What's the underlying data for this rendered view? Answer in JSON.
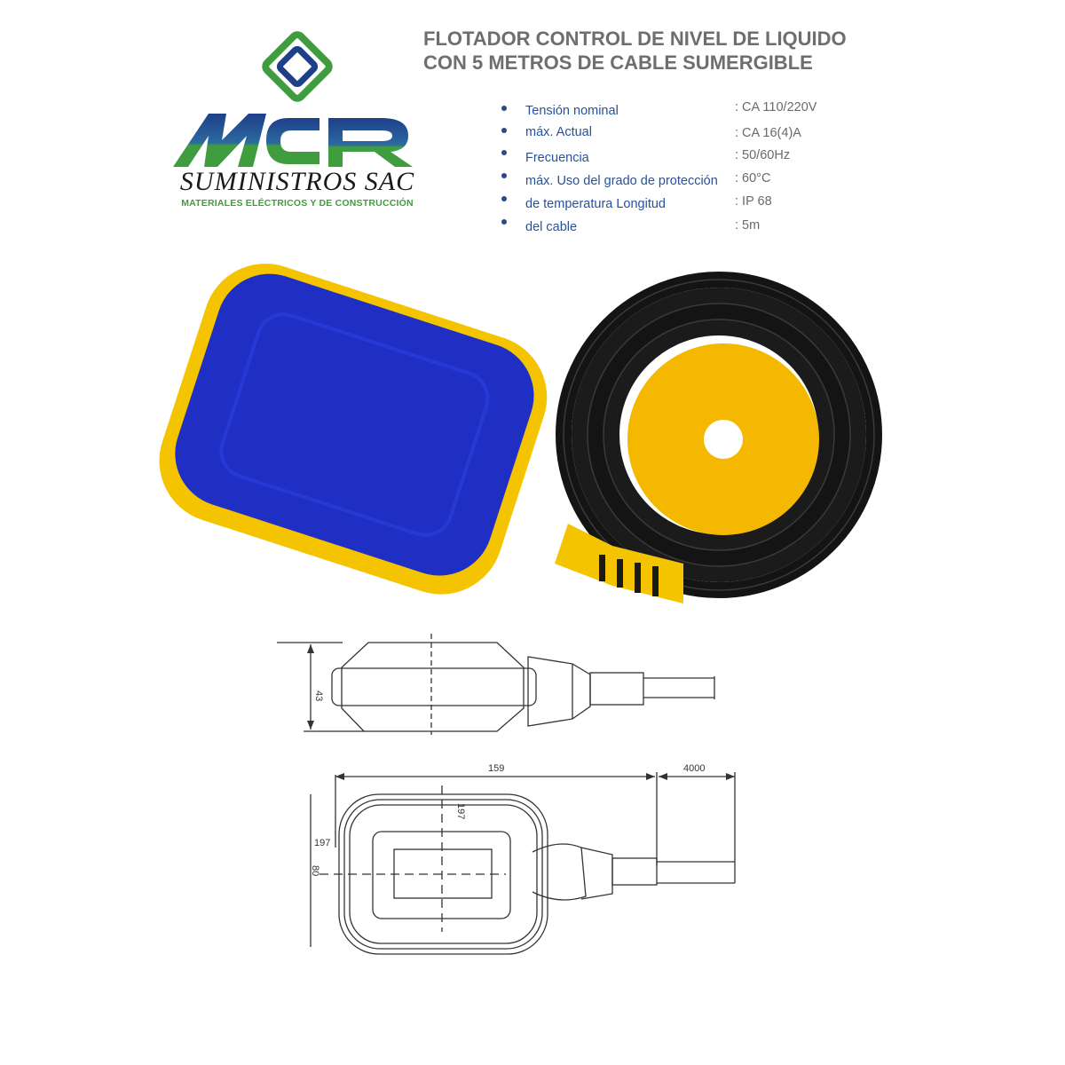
{
  "brand": {
    "logo_text": "MCR",
    "company": "SUMINISTROS SAC",
    "tagline": "MATERIALES ELÉCTRICOS Y DE CONSTRUCCIÓN",
    "colors": {
      "green": "#3f9d3f",
      "blue": "#1e3f8a"
    }
  },
  "product": {
    "title_line1": "FLOTADOR CONTROL DE NIVEL DE LIQUIDO",
    "title_line2": "CON 5 METROS DE CABLE SUMERGIBLE"
  },
  "specs": [
    {
      "label": "Tensión nominal",
      "value": ": CA 110/220V"
    },
    {
      "label": "máx. Actual",
      "value": ": CA 16(4)A"
    },
    {
      "label": "Frecuencia",
      "value": ": 50/60Hz"
    },
    {
      "label": "máx. Uso del grado de protección",
      "value": ": 60°C"
    },
    {
      "label": "de temperatura Longitud",
      "value": ": IP 68"
    },
    {
      "label": "del cable",
      "value": ": 5m"
    }
  ],
  "photo": {
    "float_color": "#1f2fc4",
    "housing_color": "#f5c400",
    "cable_color": "#141414"
  },
  "drawings": {
    "side_view": {
      "height_dim": "43"
    },
    "top_view": {
      "length_dim": "159",
      "cable_dim": "4000",
      "width_dim": "80",
      "radius_dim_left": "197",
      "radius_dim_top": "197"
    }
  }
}
